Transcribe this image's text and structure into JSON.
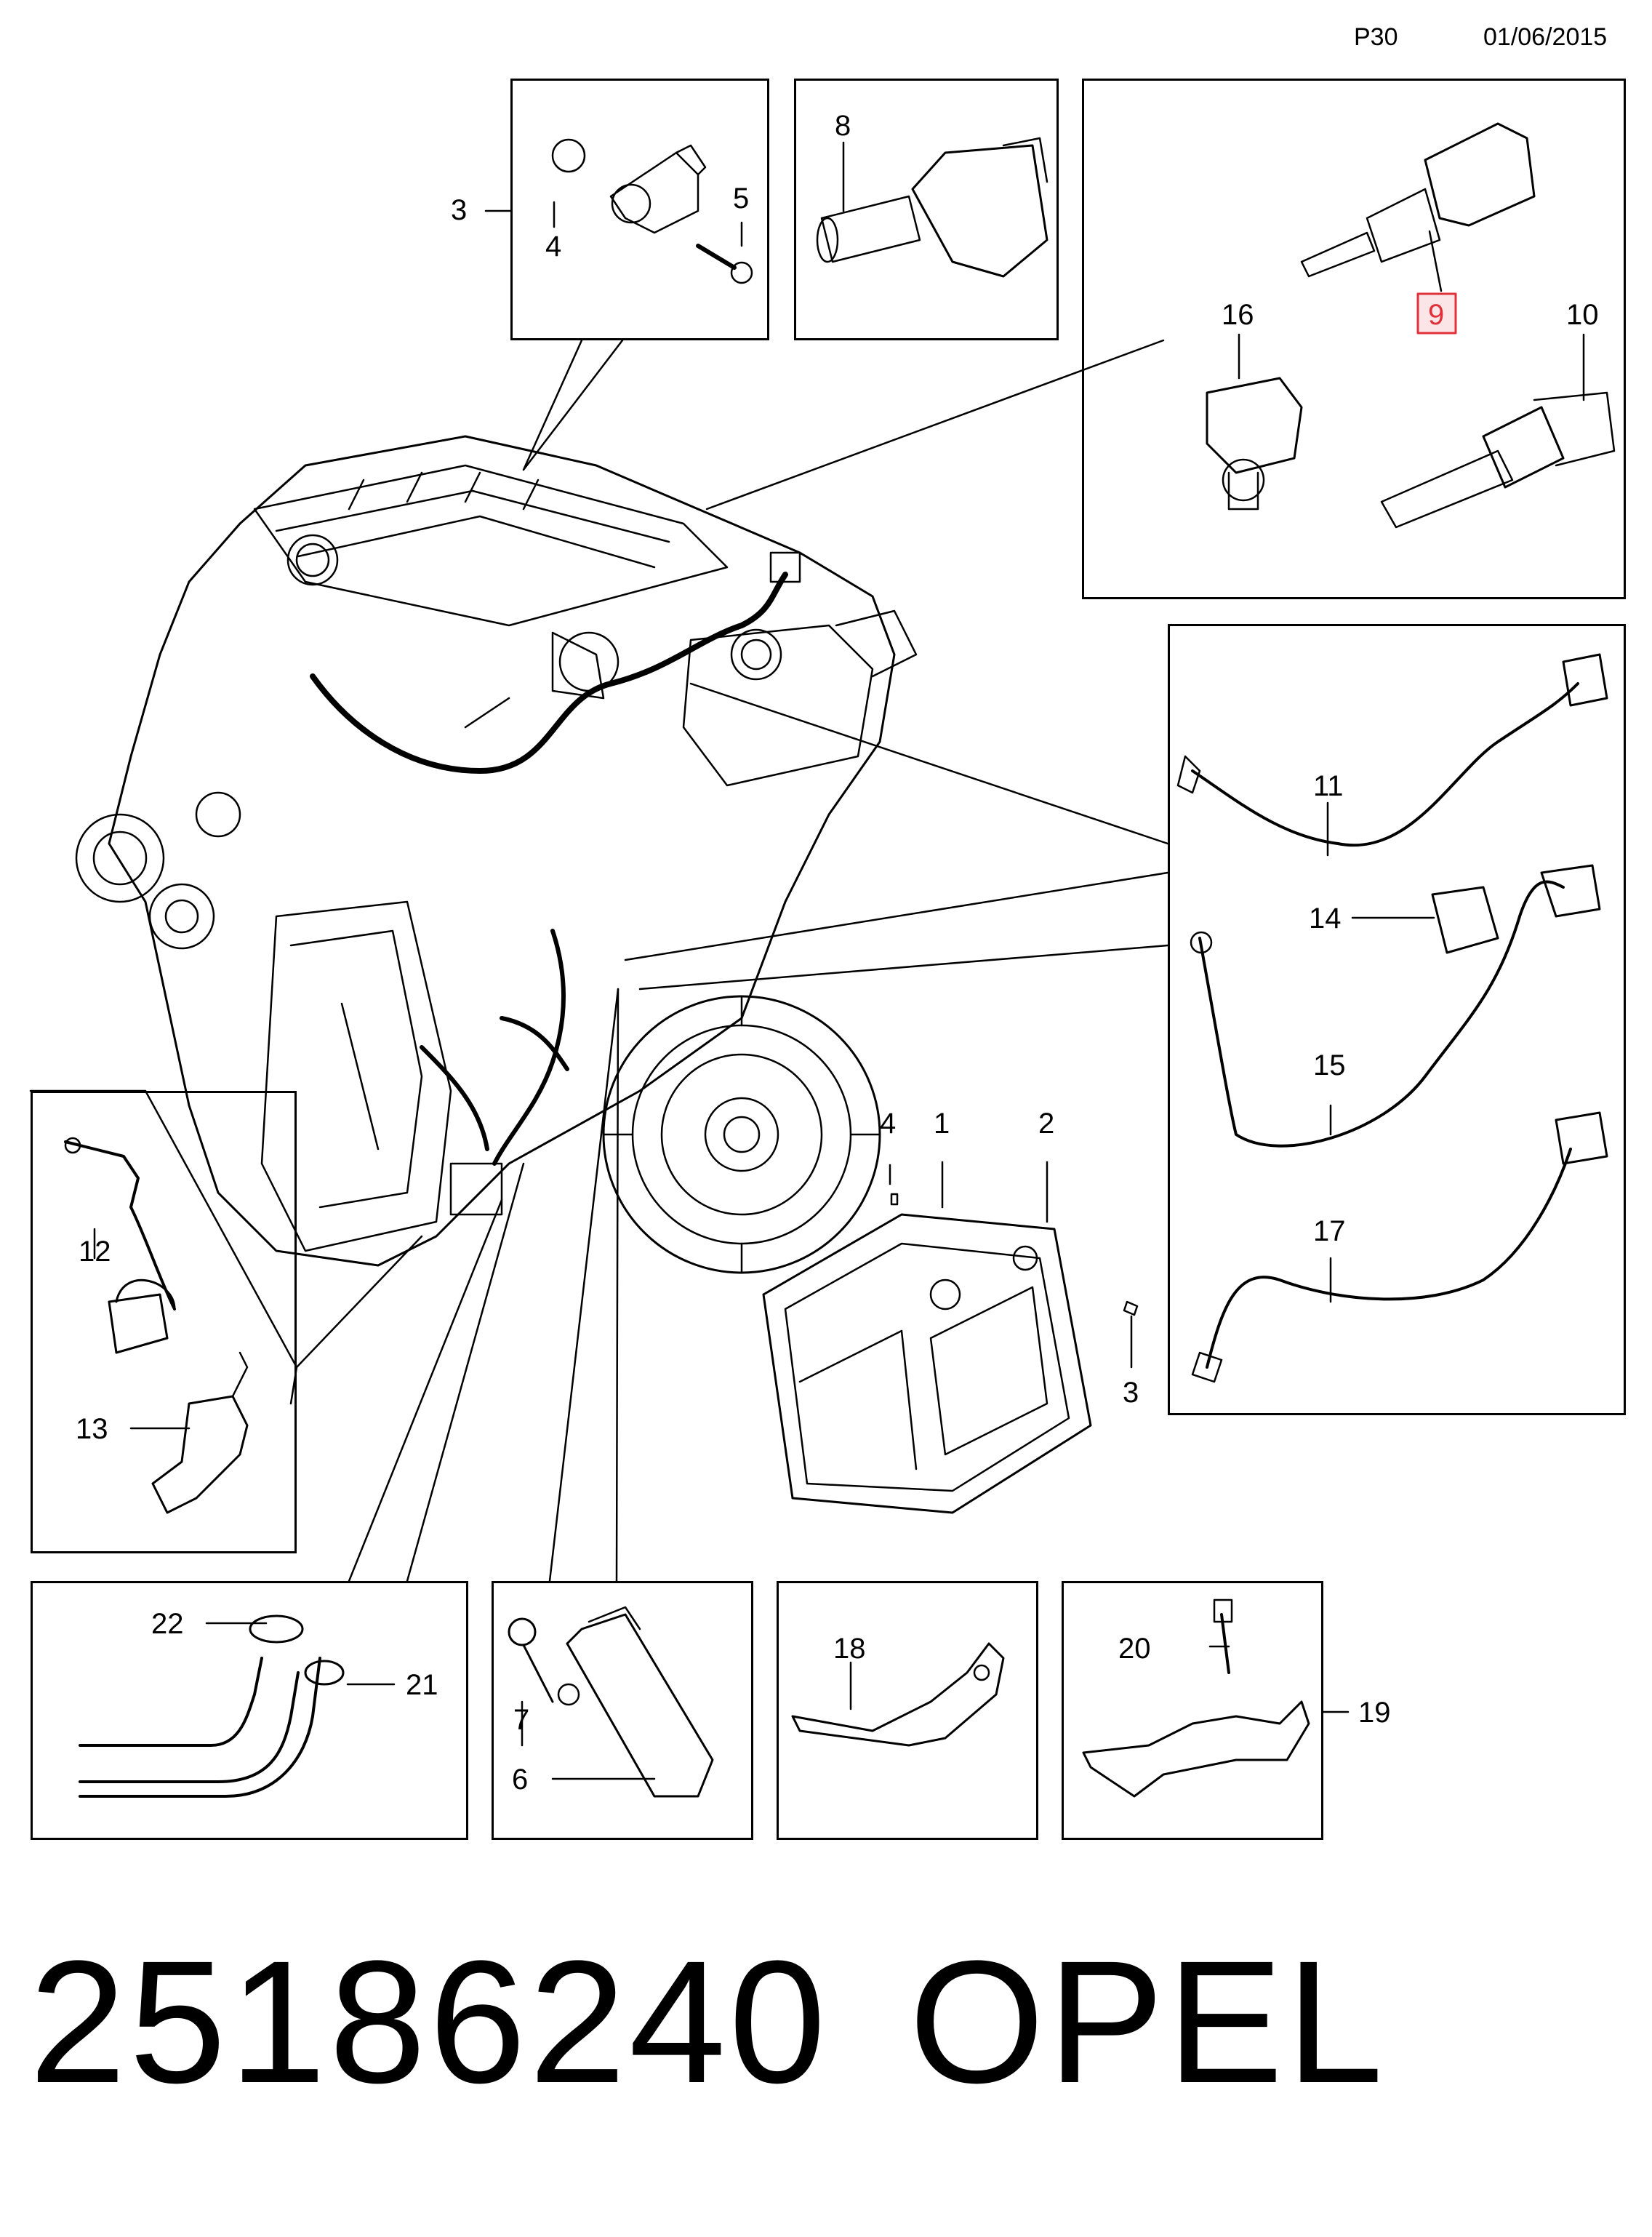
{
  "header": {
    "page": "P30",
    "date": "01/06/2015"
  },
  "callouts": {
    "c1": "1",
    "c2": "2",
    "c3": "3",
    "c3b": "3",
    "c4": "4",
    "c4b": "4",
    "c5": "5",
    "c6": "6",
    "c7": "7",
    "c8": "8",
    "c9": "9",
    "c10": "10",
    "c11": "11",
    "c12": "12",
    "c13": "13",
    "c14": "14",
    "c15": "15",
    "c16": "16",
    "c17": "17",
    "c18": "18",
    "c19": "19",
    "c20": "20",
    "c21": "21",
    "c22": "22"
  },
  "highlighted_callout": "9",
  "highlight_color": "#e0303a",
  "footer": {
    "part_number": "25186240",
    "brand": "OPEL"
  }
}
